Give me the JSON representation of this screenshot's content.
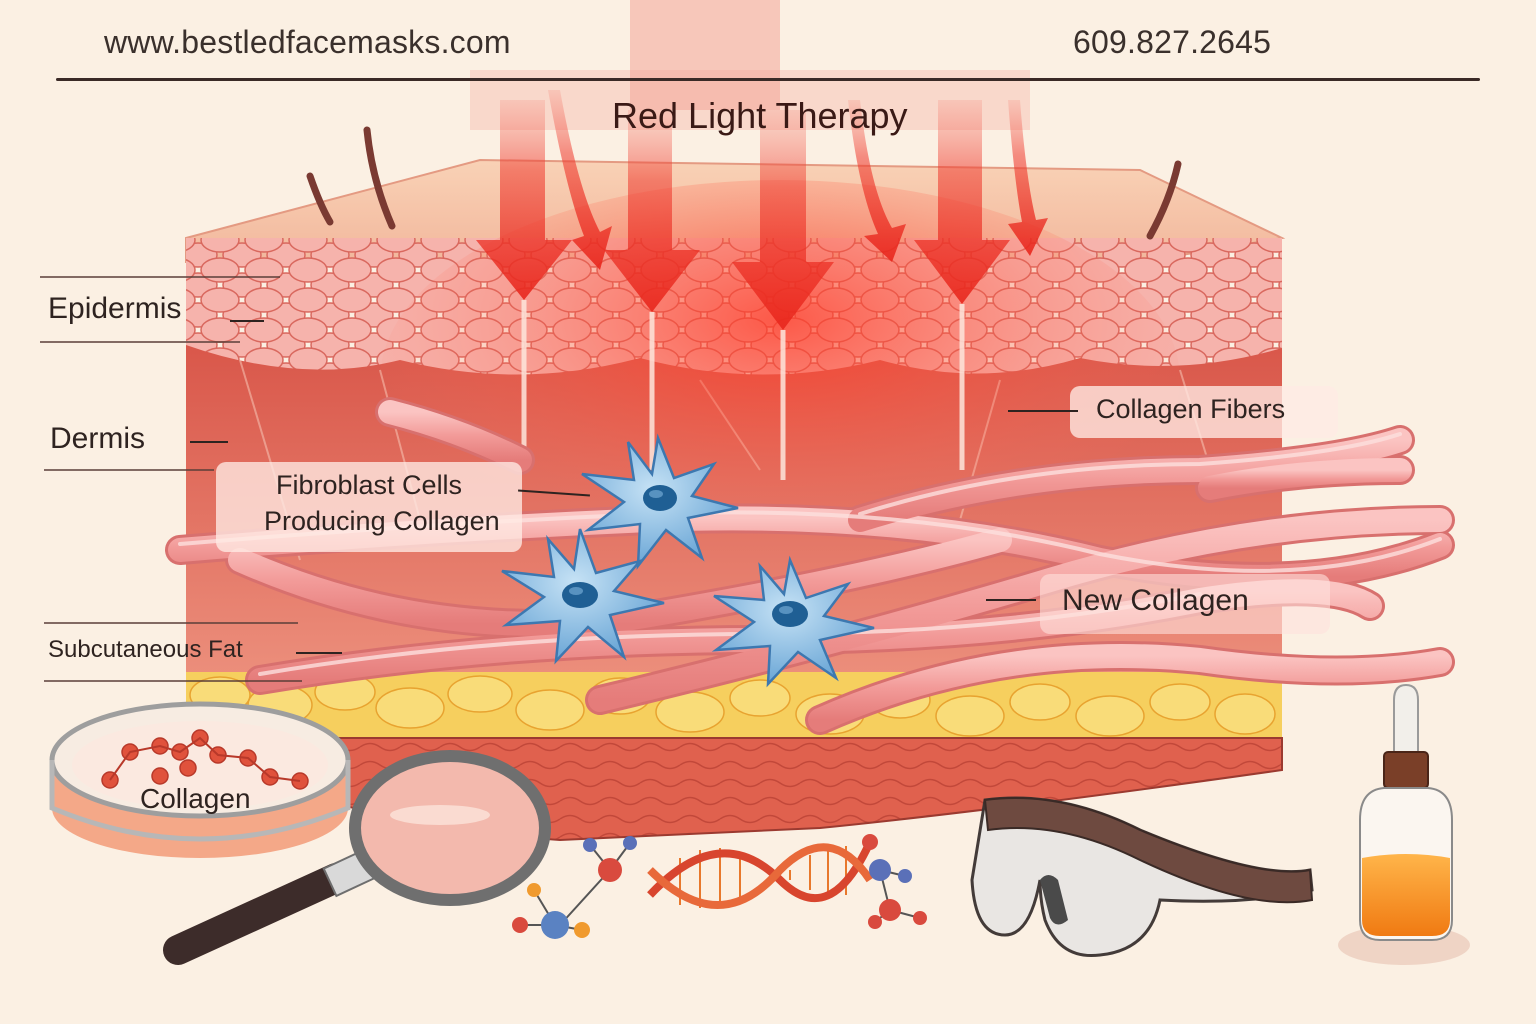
{
  "header": {
    "website": "www.bestledfacemasks.com",
    "phone": "609.827.2645"
  },
  "diagram": {
    "title": "Red Light Therapy",
    "layer_labels": [
      {
        "id": "epidermis",
        "text": "Epidermis"
      },
      {
        "id": "dermis",
        "text": "Dermis"
      },
      {
        "id": "subcutaneous-fat",
        "text": "Subcutaneous Fat"
      }
    ],
    "callouts": [
      {
        "id": "fibroblast",
        "line1": "Fibroblast Cells",
        "line2": "Producing Collagen"
      },
      {
        "id": "collagen-fibers",
        "text": "Collagen Fibers"
      },
      {
        "id": "new-collagen",
        "text": "New Collagen"
      }
    ],
    "props": [
      {
        "id": "petri-dish",
        "label": "Collagen"
      },
      {
        "id": "magnifying-glass"
      },
      {
        "id": "dna-molecule"
      },
      {
        "id": "safety-goggles"
      },
      {
        "id": "serum-bottle"
      }
    ],
    "colors": {
      "background": "#fbf0e3",
      "red_light": "#e8261c",
      "epidermis": "#f3a9a0",
      "dermis": "#e2665a",
      "fat": "#f5c84a",
      "fibroblast": "#7fb6de",
      "collagen_fiber": "#f29a98",
      "text": "#2e2320"
    }
  }
}
